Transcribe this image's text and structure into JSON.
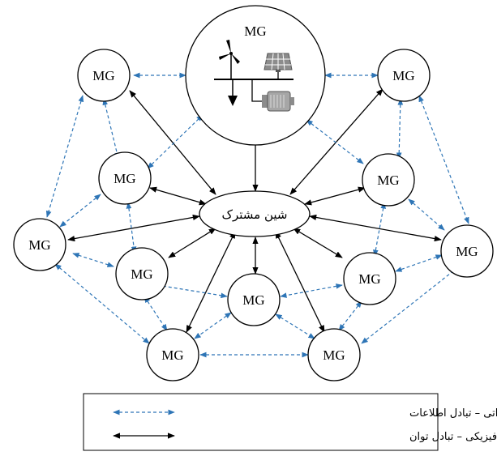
{
  "nodes": {
    "main": "MG",
    "tl": "MG",
    "tr": "MG",
    "ul": "MG",
    "ur": "MG",
    "ml": "MG",
    "mr": "MG",
    "ll": "MG",
    "lr": "MG",
    "bc": "MG",
    "bl": "MG",
    "br": "MG"
  },
  "bus": {
    "label": "شین مشترک"
  },
  "legend": {
    "communication": "ارتباط مخابراتی – تبادل اطلاعات",
    "physical": "اتصال فیزیکی – تبادل توان"
  },
  "colors": {
    "communication_link": "#2e75b6",
    "physical_link": "#000000",
    "panel_gray": "#8c8c8c"
  },
  "icons": [
    "wind-turbine-icon",
    "solar-panel-icon",
    "load-arrow-icon",
    "motor-generator-icon"
  ]
}
